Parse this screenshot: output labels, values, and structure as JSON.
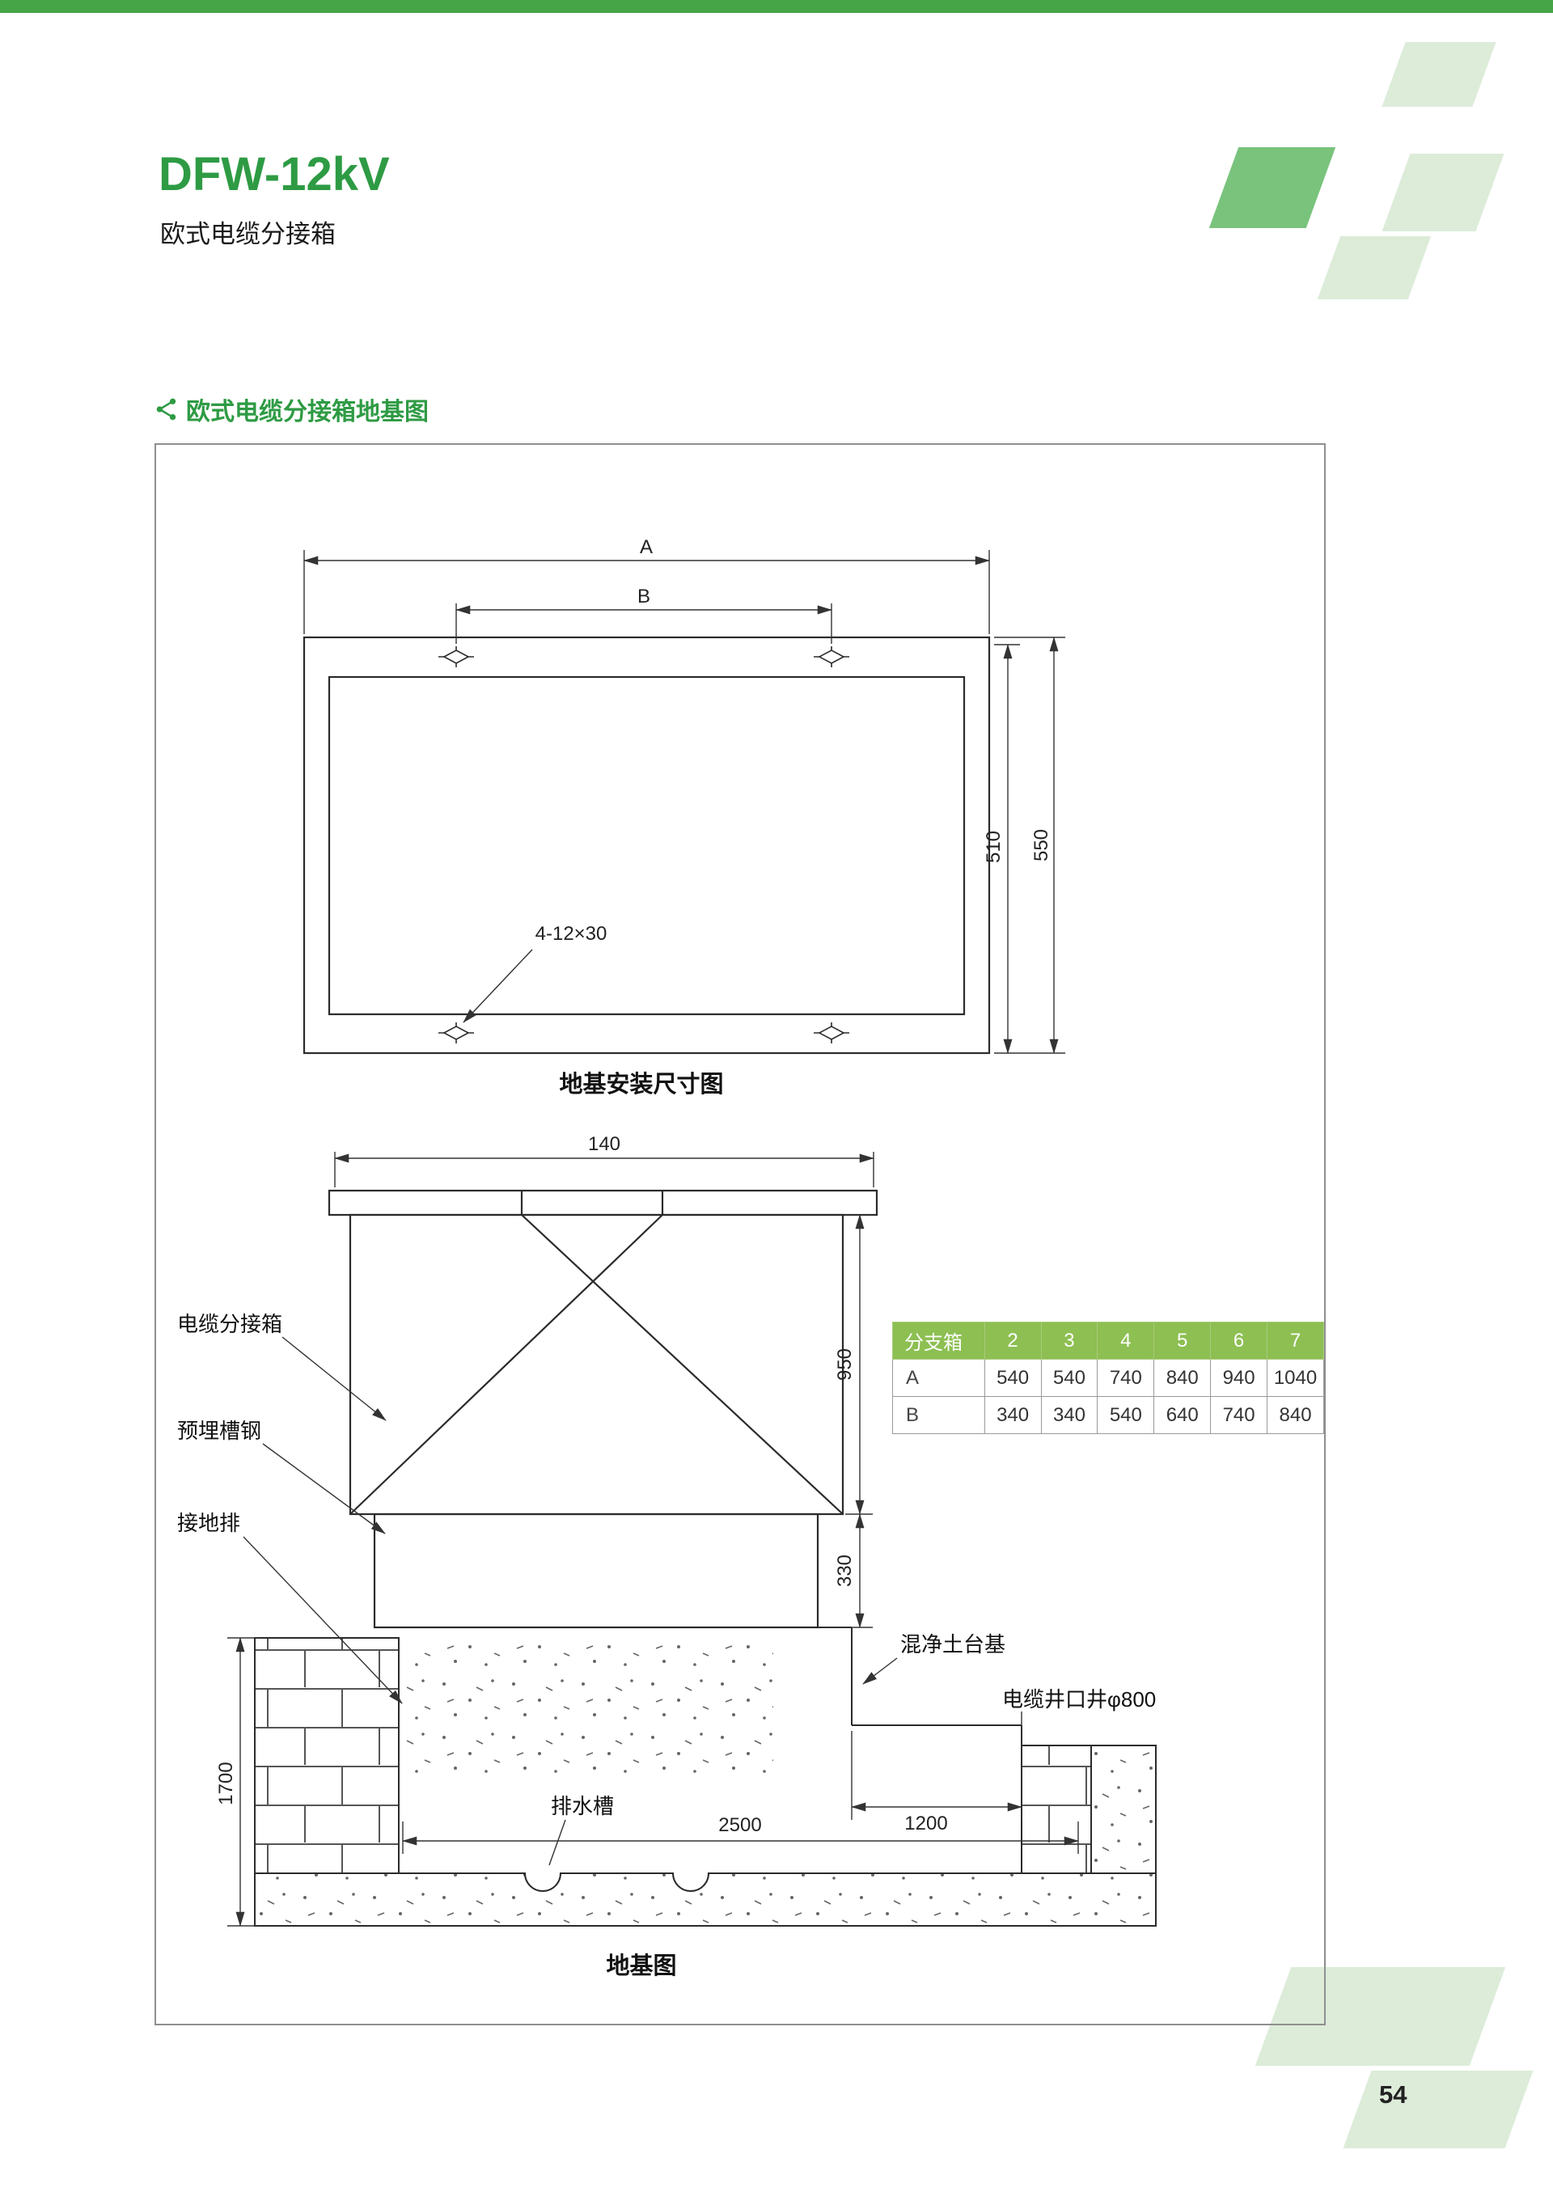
{
  "page": {
    "title": "DFW-12kV",
    "subtitle": "欧式电缆分接箱",
    "section_heading": "欧式电缆分接箱地基图",
    "page_number": "54"
  },
  "colors": {
    "accent_green": "#2e9b44",
    "top_bar_green": "#46a546",
    "table_header_green": "#8dbf52",
    "decor_light_green": "#dcecd9",
    "decor_mid_green": "#79c37d"
  },
  "foundation_plan": {
    "caption": "地基安装尺寸图",
    "dim_a": "A",
    "dim_b": "B",
    "dim_510": "510",
    "dim_550": "550",
    "bolt_note": "4-12×30"
  },
  "foundation_section": {
    "caption": "地基图",
    "dim_140": "140",
    "dim_950": "950",
    "dim_330": "330",
    "dim_1700": "1700",
    "dim_1200": "1200",
    "dim_2500": "2500",
    "label_cabinet": "电缆分接箱",
    "label_channel_steel": "预埋槽钢",
    "label_ground_bar": "接地排",
    "label_concrete_base": "混净土台基",
    "label_cable_well": "电缆井口井φ800",
    "label_drain": "排水槽"
  },
  "spec_table": {
    "header": [
      "分支箱",
      "2",
      "3",
      "4",
      "5",
      "6",
      "7"
    ],
    "rows": [
      {
        "label": "A",
        "values": [
          "540",
          "540",
          "740",
          "840",
          "940",
          "1040"
        ]
      },
      {
        "label": "B",
        "values": [
          "340",
          "340",
          "540",
          "640",
          "740",
          "840"
        ]
      }
    ]
  }
}
